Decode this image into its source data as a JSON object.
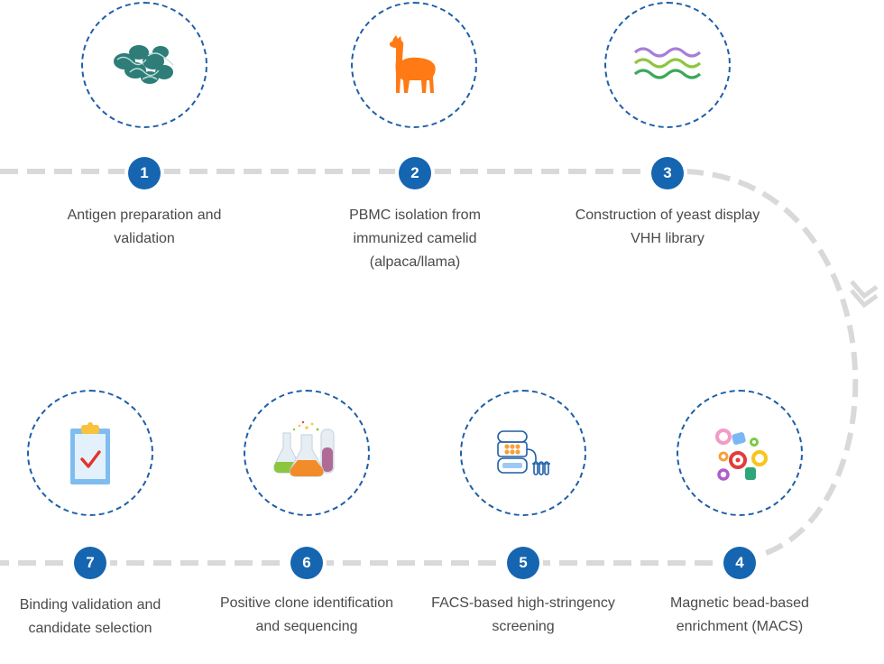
{
  "colors": {
    "path": "#d9d9d9",
    "ring": "#1f5fa8",
    "badge": "#1565b0",
    "text": "#4a4a4a",
    "llama": "#ff7a14"
  },
  "steps": [
    {
      "number": "1",
      "label": "Antigen preparation and validation",
      "icon": "antigen-protein-icon"
    },
    {
      "number": "2",
      "label": "PBMC isolation from immunized camelid (alpaca/llama)",
      "icon": "llama-icon"
    },
    {
      "number": "3",
      "label": "Construction of yeast display VHH library",
      "icon": "dna-waves-icon"
    },
    {
      "number": "4",
      "label": "Magnetic bead-based enrichment (MACS)",
      "icon": "magnetic-beads-icon"
    },
    {
      "number": "5",
      "label": "FACS-based high-stringency screening",
      "icon": "facs-machine-icon"
    },
    {
      "number": "6",
      "label": "Positive clone identification and sequencing",
      "icon": "lab-flasks-icon"
    },
    {
      "number": "7",
      "label": "Binding validation and candidate selection",
      "icon": "clipboard-check-icon"
    }
  ]
}
